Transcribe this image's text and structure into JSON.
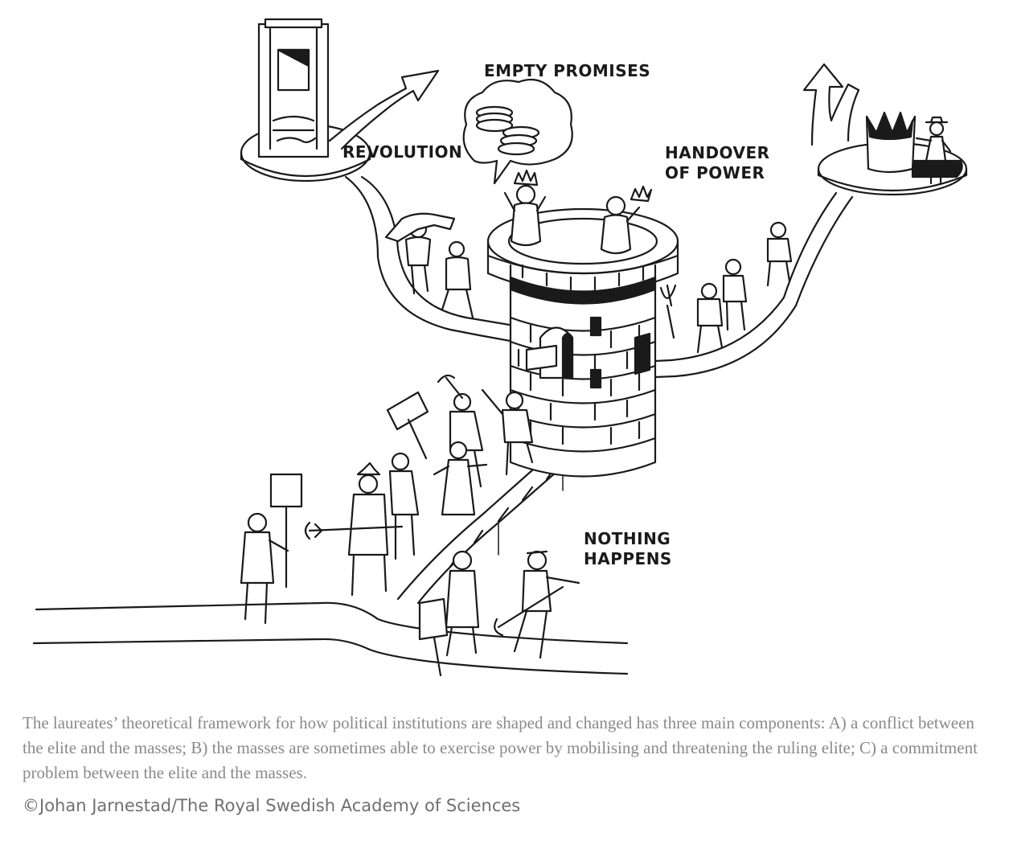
{
  "labels": {
    "revolution": "REVOLUTION",
    "empty_promises": "EMPTY PROMISES",
    "handover_line1": "HANDOVER",
    "handover_line2": "OF POWER",
    "nothing_line1": "NOTHING",
    "nothing_line2": "HAPPENS"
  },
  "caption": "The laureates’ theoretical framework for how political institutions are shaped and changed has three main components: A) a conflict between the elite and the masses; B) the masses are sometimes able to exercise power by mobilising and threatening the ruling elite; C) a commitment problem between the elite and the masses.",
  "credit": "©Johan Jarnestad/The Royal Swedish Academy of Sciences",
  "icons": [
    "guillotine-icon",
    "coins-icon",
    "crown-icon",
    "pitchfork-icon",
    "protest-sign-icon",
    "arrow-icon"
  ],
  "colors": {
    "ink": "#1a1a1a",
    "caption": "#8a8a8a",
    "credit": "#707070"
  }
}
